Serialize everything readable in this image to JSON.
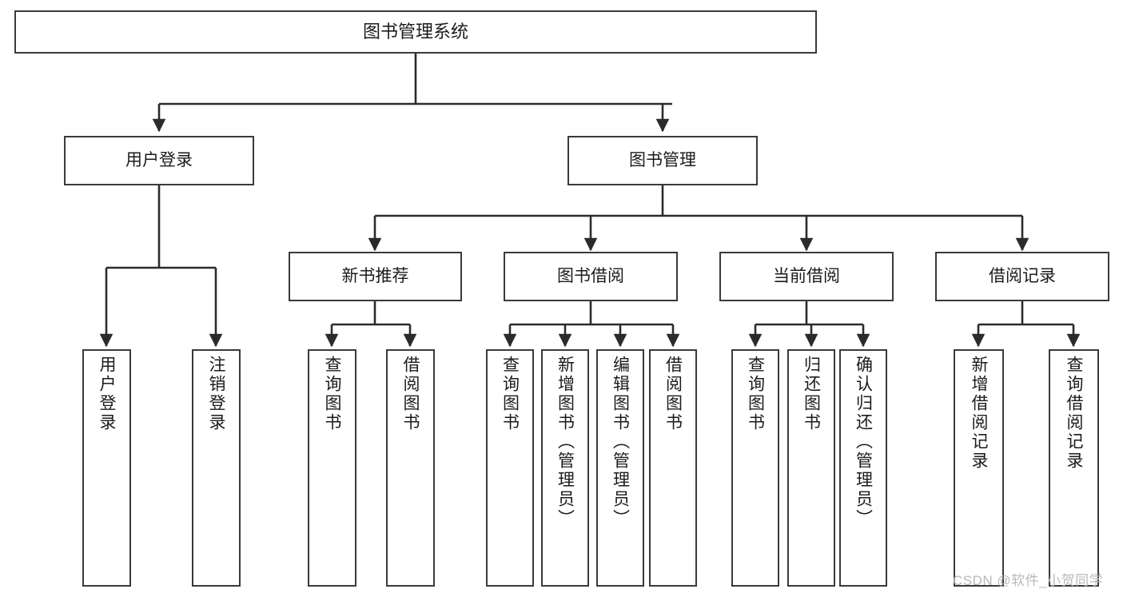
{
  "diagram": {
    "title": "图书管理系统",
    "type": "hierarchy-tree",
    "watermark": "CSDN @软件_小贺同学",
    "colors": {
      "box_border": "#3a3a3a",
      "box_fill": "#ffffff",
      "connector": "#2b2b2b",
      "text": "#1b1b1b",
      "watermark": "#b9b9b9"
    },
    "nodes": {
      "root": {
        "label": "图书管理系统"
      },
      "level2": [
        {
          "label": "用户登录"
        },
        {
          "label": "图书管理"
        }
      ],
      "level3": [
        {
          "label": "新书推荐"
        },
        {
          "label": "图书借阅"
        },
        {
          "label": "当前借阅"
        },
        {
          "label": "借阅记录"
        }
      ],
      "leaves_user_login": [
        {
          "label": "用户登录"
        },
        {
          "label": "注销登录"
        }
      ],
      "leaves_new_book": [
        {
          "label": "查询图书"
        },
        {
          "label": "借阅图书"
        }
      ],
      "leaves_borrow": [
        {
          "label": "查询图书"
        },
        {
          "label": "新增图书（管理员）"
        },
        {
          "label": "编辑图书（管理员）"
        },
        {
          "label": "借阅图书"
        }
      ],
      "leaves_current": [
        {
          "label": "查询图书"
        },
        {
          "label": "归还图书"
        },
        {
          "label": "确认归还（管理员）"
        }
      ],
      "leaves_record": [
        {
          "label": "新增借阅记录"
        },
        {
          "label": "查询借阅记录"
        }
      ]
    }
  }
}
